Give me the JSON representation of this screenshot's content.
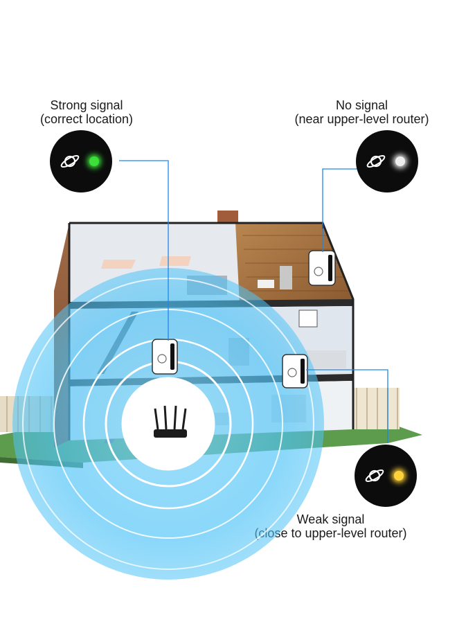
{
  "callouts": {
    "strong": {
      "line1": "Strong signal",
      "line2": "(correct location)",
      "led_color": "#3de03a",
      "icon": "planet-icon"
    },
    "none": {
      "line1": "No signal",
      "line2": "(near upper-level router)",
      "led_color": "#eeeeee",
      "icon": "planet-icon"
    },
    "weak": {
      "line1": "Weak signal",
      "line2": "(close to upper-level router)",
      "led_color": "#ffd23a",
      "icon": "planet-icon"
    }
  },
  "colors": {
    "signal_blue": "#4fc3f7",
    "connector_line": "#1e88e5",
    "lawn": "#5d9b4d"
  }
}
